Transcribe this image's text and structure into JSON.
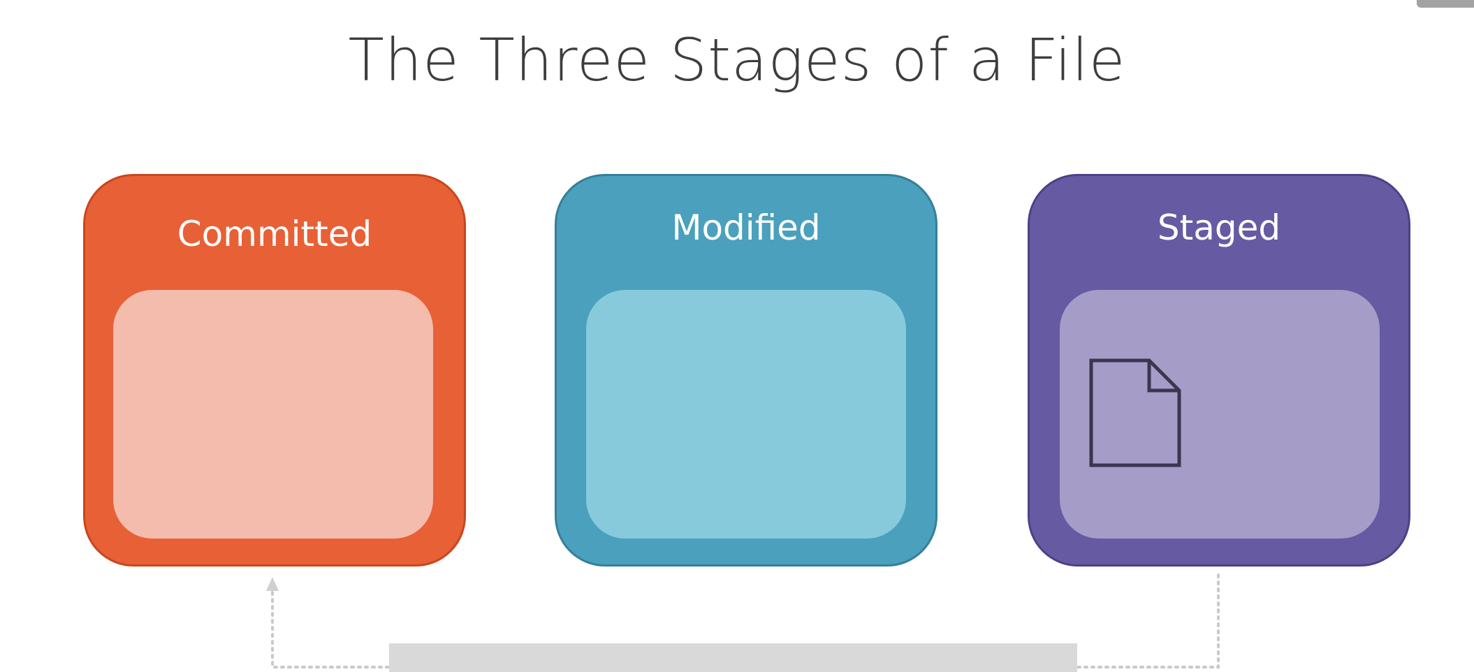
{
  "slide": {
    "title": "The Three Stages of a File"
  },
  "stages": [
    {
      "label": "Committed",
      "color": "#e86035",
      "inner_color": "#f4bcad"
    },
    {
      "label": "Modified",
      "color": "#4aa0bd",
      "inner_color": "#86cadc"
    },
    {
      "label": "Staged",
      "color": "#665aa3",
      "inner_color": "#a59cc8"
    }
  ],
  "icons": {
    "file": "file-icon",
    "arrow": "arrow-up-icon"
  }
}
